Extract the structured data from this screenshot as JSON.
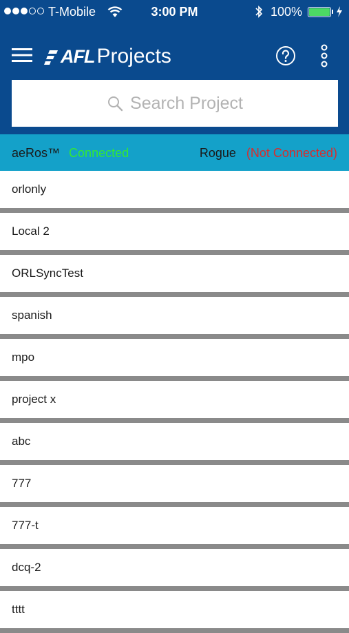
{
  "status_bar": {
    "carrier": "T-Mobile",
    "time": "3:00 PM",
    "battery": "100%",
    "colors": {
      "battery_fill": "#4cd964"
    }
  },
  "header": {
    "brand": "AFL",
    "product": "Projects",
    "background_color": "#0a4a8e"
  },
  "search": {
    "placeholder": "Search Project"
  },
  "connection": {
    "device1": {
      "name": "aeRos™",
      "status": "Connected",
      "color": "#34e834"
    },
    "device2": {
      "name": "Rogue",
      "status": "(Not Connected)",
      "color": "#d82c2c"
    },
    "background_color": "#14a1c9"
  },
  "projects": [
    "orlonly",
    "Local 2",
    "ORLSyncTest",
    "spanish",
    "mpo",
    "project x",
    "abc",
    "777",
    "777-t",
    "dcq-2",
    "tttt"
  ],
  "icons": {
    "menu": "hamburger-icon",
    "help": "help-circle-icon",
    "more": "more-vertical-icon",
    "search": "search-icon"
  }
}
